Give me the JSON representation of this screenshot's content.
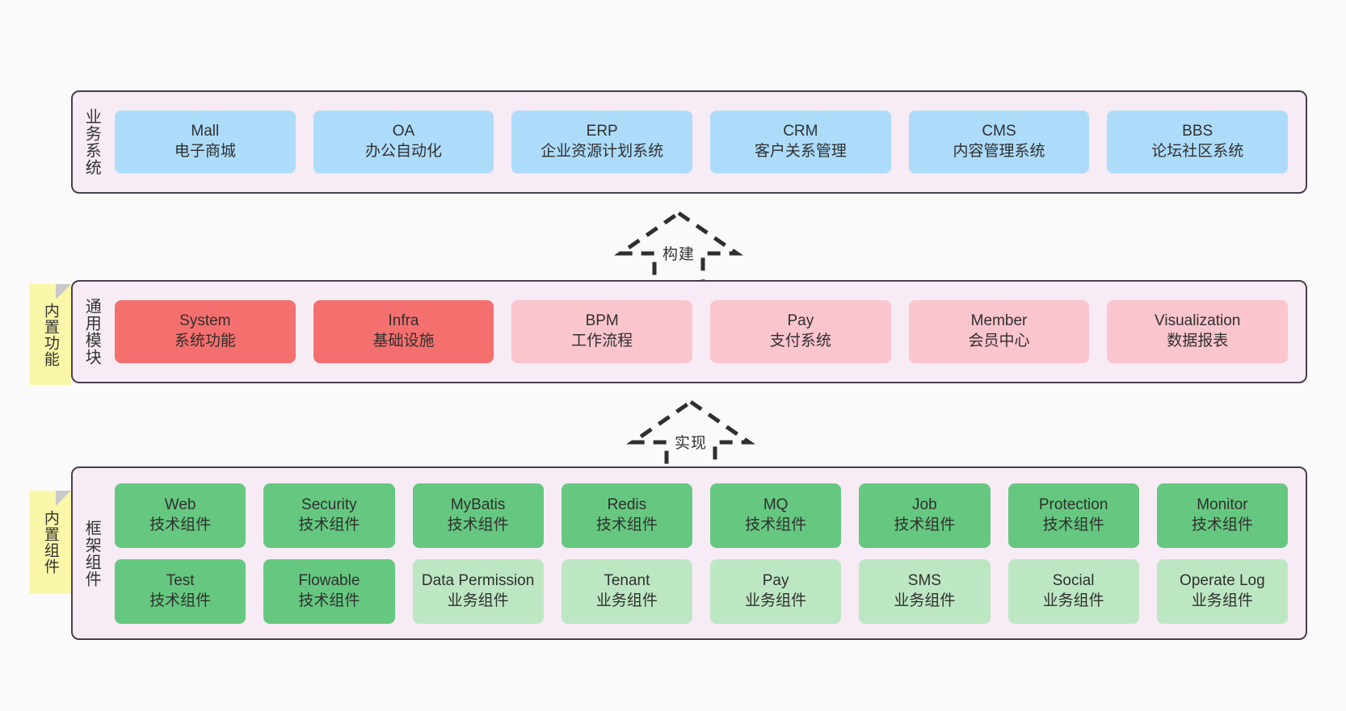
{
  "diagram": {
    "background_color": "#fafafa",
    "band_background": "#f7ebf5",
    "band_border": "#4a3f4d",
    "colors": {
      "business_blue": "#addcfb",
      "module_red": "#f4706e",
      "module_pink": "#fbc5cd",
      "tech_green": "#66c880",
      "biz_green": "#bde7c2",
      "note_yellow": "#fbf7a8"
    }
  },
  "layers": {
    "business": {
      "label": "业务系统",
      "items": [
        {
          "en": "Mall",
          "cn": "电子商城"
        },
        {
          "en": "OA",
          "cn": "办公自动化"
        },
        {
          "en": "ERP",
          "cn": "企业资源计划系统"
        },
        {
          "en": "CRM",
          "cn": "客户关系管理"
        },
        {
          "en": "CMS",
          "cn": "内容管理系统"
        },
        {
          "en": "BBS",
          "cn": "论坛社区系统"
        }
      ]
    },
    "common": {
      "label": "通用模块",
      "note": "内置功能",
      "items": [
        {
          "en": "System",
          "cn": "系统功能",
          "tone": "red"
        },
        {
          "en": "Infra",
          "cn": "基础设施",
          "tone": "red"
        },
        {
          "en": "BPM",
          "cn": "工作流程",
          "tone": "pink"
        },
        {
          "en": "Pay",
          "cn": "支付系统",
          "tone": "pink"
        },
        {
          "en": "Member",
          "cn": "会员中心",
          "tone": "pink"
        },
        {
          "en": "Visualization",
          "cn": "数据报表",
          "tone": "pink"
        }
      ]
    },
    "framework": {
      "label": "框架组件",
      "note": "内置组件",
      "row1": [
        {
          "en": "Web",
          "cn": "技术组件"
        },
        {
          "en": "Security",
          "cn": "技术组件"
        },
        {
          "en": "MyBatis",
          "cn": "技术组件"
        },
        {
          "en": "Redis",
          "cn": "技术组件"
        },
        {
          "en": "MQ",
          "cn": "技术组件"
        },
        {
          "en": "Job",
          "cn": "技术组件"
        },
        {
          "en": "Protection",
          "cn": "技术组件"
        },
        {
          "en": "Monitor",
          "cn": "技术组件"
        }
      ],
      "row2": [
        {
          "en": "Test",
          "cn": "技术组件",
          "tone": "dark"
        },
        {
          "en": "Flowable",
          "cn": "技术组件",
          "tone": "dark"
        },
        {
          "en": "Data Permission",
          "cn": "业务组件",
          "tone": "light"
        },
        {
          "en": "Tenant",
          "cn": "业务组件",
          "tone": "light"
        },
        {
          "en": "Pay",
          "cn": "业务组件",
          "tone": "light"
        },
        {
          "en": "SMS",
          "cn": "业务组件",
          "tone": "light"
        },
        {
          "en": "Social",
          "cn": "业务组件",
          "tone": "light"
        },
        {
          "en": "Operate Log",
          "cn": "业务组件",
          "tone": "light"
        }
      ]
    }
  },
  "arrows": [
    {
      "name": "build",
      "label": "构建"
    },
    {
      "name": "implement",
      "label": "实现"
    }
  ]
}
